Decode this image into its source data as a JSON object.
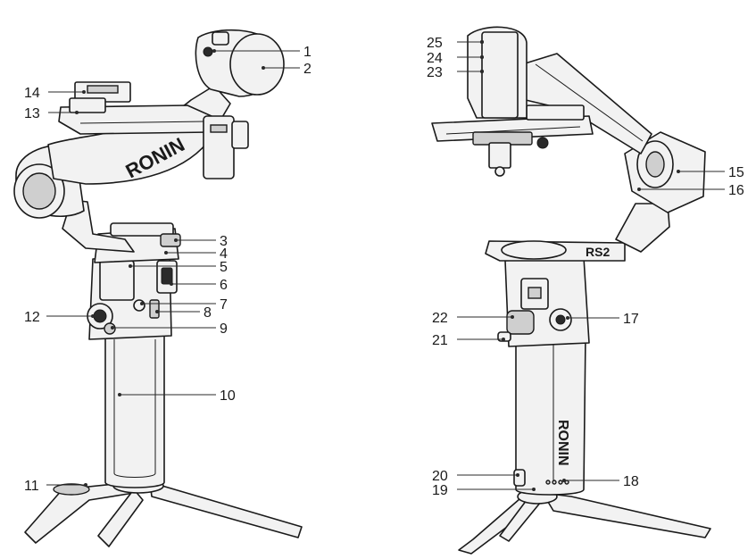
{
  "left_view": {
    "brand_text": "RONIN",
    "labels": [
      "1",
      "2",
      "3",
      "4",
      "5",
      "6",
      "7",
      "8",
      "9",
      "10",
      "11",
      "12",
      "13",
      "14"
    ]
  },
  "right_view": {
    "brand_text_handle": "RONIN",
    "brand_text_arm": "RS2",
    "labels": [
      "15",
      "16",
      "17",
      "18",
      "19",
      "20",
      "21",
      "22",
      "23",
      "24",
      "25"
    ]
  }
}
